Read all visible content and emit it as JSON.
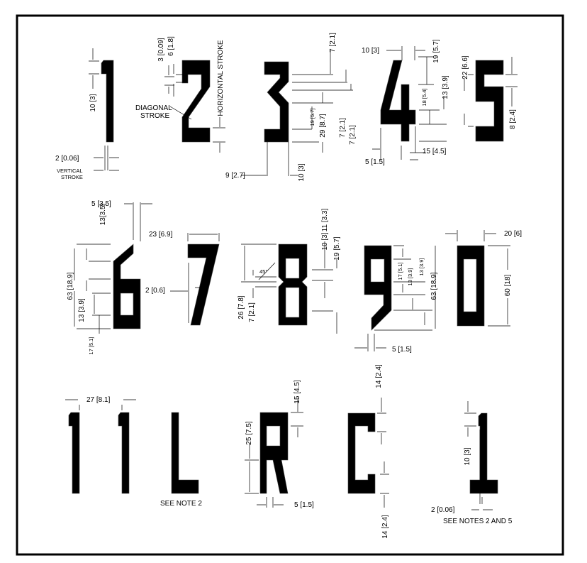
{
  "colors": {
    "glyph": "#000000",
    "background": "#ffffff",
    "frame": "#000000"
  },
  "glyphs": [
    "1",
    "2",
    "3",
    "4",
    "5",
    "6",
    "7",
    "8",
    "9",
    "0",
    "1",
    "1",
    "L",
    "R",
    "C",
    "1"
  ],
  "row1": {
    "one_top_height": "10 [3]",
    "one_stroke_gap": "2 [0.06]",
    "vertical_stroke_line1": "VERTICAL",
    "vertical_stroke_line2": "STROKE",
    "two_notch_small": "3 [0.09]",
    "two_notch": "6 [1.8]",
    "diagonal_stroke_line1": "DIAGONAL",
    "diagonal_stroke_line2": "STROKE",
    "horizontal_stroke": "HORIZONTAL STROKE",
    "three_width": "9 [2.7]",
    "three_offset": "10 [3]",
    "three_top": "7 [2.1]",
    "three_19": "19 [5.7]",
    "three_29": "29 [8.7]",
    "three_7a": "7 [2.1]",
    "three_7b": "7 [2.1]",
    "four_top": "10 [3]",
    "four_19": "19 [5.7]",
    "four_18": "18 [5.4]",
    "four_13": "13 [3.9]",
    "four_15": "15 [4.5]",
    "four_5": "5 [1.5]",
    "five_22": "22 [6.6]",
    "five_8": "8 [2.4]"
  },
  "row2": {
    "six_5": "5 [3.5]",
    "six_13top": "13[3.5]",
    "six_63": "63 [18.9]",
    "six_13": "13 [3.9]",
    "six_17": "17 [5.1]",
    "seven_23": "23 [6.9]",
    "seven_2": "2 [0.6]",
    "eight_angle": "45°",
    "eight_26": "26 [7.8]",
    "eight_7": "7 [2.1]",
    "eight_11": "11 [3.3]",
    "eight_10": "10 [3]",
    "eight_19": "19 [5.7]",
    "nine_17": "17 [5.1]",
    "nine_13a": "13 [3.9]",
    "nine_13b": "13 [3.9]",
    "nine_63": "63 [18.9]",
    "nine_5": "5 [1.5]",
    "zero_20": "20 [6]",
    "zero_60": "60 [18]"
  },
  "row3": {
    "spacing_27": "27 [8.1]",
    "see_note_2": "SEE NOTE 2",
    "r_15": "15 [4.5]",
    "r_25": "25 [7.5]",
    "r_5": "5 [1.5]",
    "c_14_top": "14 [2.4]",
    "c_14_bottom": "14 [2.4]",
    "one_10": "10 [3]",
    "one_2": "2 [0.06]",
    "see_notes_2_5": "SEE NOTES 2 AND 5"
  }
}
